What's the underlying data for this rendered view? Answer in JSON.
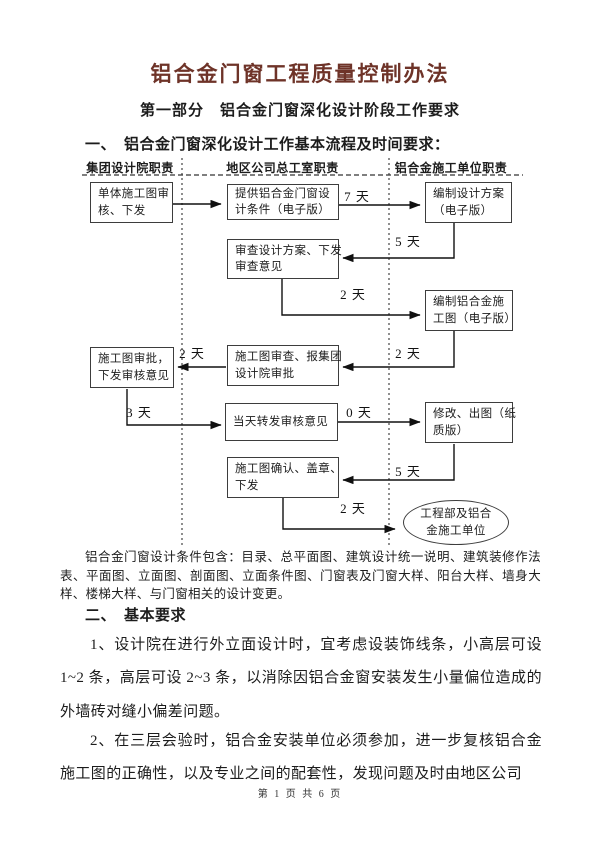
{
  "page": {
    "title": "铝合金门窗工程质量控制办法",
    "subtitle": "第一部分　铝合金门窗深化设计阶段工作要求",
    "footer": "第 1 页 共 6 页"
  },
  "section1": {
    "heading": "一、　铝合金门窗深化设计工作基本流程及时间要求："
  },
  "flowchart": {
    "columns": [
      "集团设计院职责",
      "地区公司总工室职责",
      "铝合金施工单位职责"
    ],
    "boxes": {
      "unit_drawing_review": {
        "line1": "单体施工图审",
        "line2": "核、下发"
      },
      "provide_conditions": {
        "line1": "提供铝合金门窗设",
        "line2": "计条件（电子版）"
      },
      "prepare_scheme": {
        "line1": "编制设计方案",
        "line2": "（电子版）"
      },
      "review_scheme": {
        "line1": "审查设计方案、下发",
        "line2": "审查意见"
      },
      "prepare_shop_drawing": {
        "line1": "编制铝合金施",
        "line2": "工图（电子版）"
      },
      "drawing_approval": {
        "line1": "施工图审批，",
        "line2": "下发审核意见"
      },
      "drawing_review_report": {
        "line1": "施工图审查、报集团",
        "line2": "设计院审批"
      },
      "forward_comments": {
        "line1": "当天转发审核意见"
      },
      "revise_print": {
        "line1": "修改、出图（纸",
        "line2": "质版）"
      },
      "confirm_seal_issue": {
        "line1": "施工图确认、盖章、",
        "line2": "下发"
      },
      "terminal": {
        "line1": "工程部及铝合",
        "line2": "金施工单位"
      }
    },
    "durations": [
      "7 天",
      "5 天",
      "2 天",
      "2 天",
      "2 天",
      "3 天",
      "0 天",
      "5 天",
      "2 天"
    ]
  },
  "paragraphs": {
    "design_conditions": "铝合金门窗设计条件包含：目录、总平面图、建筑设计统一说明、建筑装修作法表、平面图、立面图、剖面图、立面条件图、门窗表及门窗大样、阳台大样、墙身大样、楼梯大样、与门窗相关的设计变更。"
  },
  "section2": {
    "heading": "二、　基本要求",
    "item1": "1、设计院在进行外立面设计时，宜考虑设装饰线条，小高层可设 1~2 条，高层可设 2~3 条，以消除因铝合金窗安装发生小量偏位造成的外墙砖对缝小偏差问题。",
    "item2": "2、在三层会验时，铝合金安装单位必须参加，进一步复核铝合金施工图的正确性，以及专业之间的配套性，发现问题及时由地区公司"
  },
  "colors": {
    "title_accent": "#6e3328",
    "ink": "#1c1c1c",
    "box_border": "#3d3d3d"
  }
}
